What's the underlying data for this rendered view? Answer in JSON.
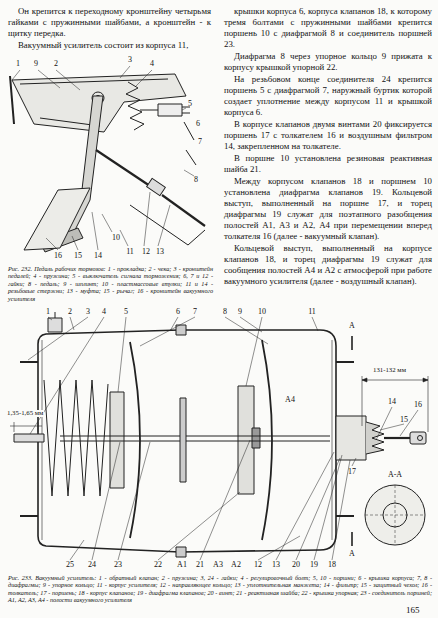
{
  "diagram": {
    "labels": [
      "Он крепится к переходному кронштейну четырьмя гайками с пружинными шайбами, а кронштейн - к щитку передка.",
      "Вакуумный усилитель состоит из корпуса 11,",
      "крышки корпуса 6, корпуса клапанов 18, к которому тремя болтами с пружинными шайбами крепится поршень 10 с диафрагмой 8 и соединитель поршней 23.",
      "Диафрагма 8 через упорное кольцо 9 прижата к корпусу крышкой упорной 22.",
      "На резьбовом конце соединителя 24 крепится поршень 5 с диафрагмой 7, наружный буртик которой создает уплотнение между корпусом 11 и крышкой корпуса 6.",
      "В корпусе клапанов двумя винтами 20 фиксируется поршень 17 с толкателем 16 и воздушным фильтром 14, закрепленном на толкателе.",
      "В поршне 10 установлена резиновая реактивная шайба 21.",
      "Между корпусом клапанов 18 и поршнем 10 установлена диафрагма клапанов 19. Кольцевой выступ, выполненный на поршне 17, и торец диафрагмы 19 служат для поэтапного разобщения полостей А1, А3 и А2, А4 при перемещении вперед толкателя 16 (далее - вакуумный клапан).",
      "Кольцевой выступ, выполненный на корпусе клапанов 18, и торец диафрагмы 19 служат для сообщения полостей А4 и А2 с атмосферой при работе вакуумного усилителя (далее - воздушный клапан).",
      "Рис. 232. Педаль рабочих тормозов: 1 - прокладка; 2 - чека; 3 - кронштейн педалей; 4 - пружина; 5 - выключатель сигнала торможения; 6, 7 и 12 - гайки; 8 - педаль; 9 - шплинт; 10 - пластмассовые втулки; 11 и 14 - резьбовые стержни; 13 - муфта; 15 - рычаг; 16 - кронштейн вакуумного усилителя",
      "Рис. 233. Вакуумный усилитель: 1 - обратный клапан; 2 - пружина; 3, 24 - гайки; 4 - регулировочный болт; 5, 10 - поршни; 6 - крышка корпуса; 7, 8 - диафрагмы; 9 - упорное кольцо; 11 - корпус усилителя; 12 - направляющее кольцо; 13 - уплотнительная манжета; 14 - фильтр; 15 - защитный чехол; 16 - толкатель; 17 - поршень; 18 - корпус клапанов; 19 - диафрагма клапанов; 20 - винт; 21 - реактивная шайба; 22 - крышка упорная; 23 - соединитель поршней; А1, А2, А3, А4 - полости вакуумного усилителя",
      "165",
      "131-132 мм",
      "1,35-1,65 мм",
      "А-А",
      "А",
      "А",
      "1",
      "2",
      "3",
      "4",
      "5",
      "6",
      "7",
      "8",
      "9",
      "10",
      "11",
      "12",
      "13",
      "14",
      "15",
      "16",
      "1",
      "2",
      "3",
      "4",
      "5",
      "6",
      "7",
      "8",
      "9",
      "10",
      "11",
      "12",
      "13",
      "14",
      "15",
      "16",
      "17",
      "18",
      "19",
      "20",
      "21",
      "22",
      "23",
      "24",
      "25",
      "А1",
      "А2",
      "А3",
      "А4"
    ]
  }
}
